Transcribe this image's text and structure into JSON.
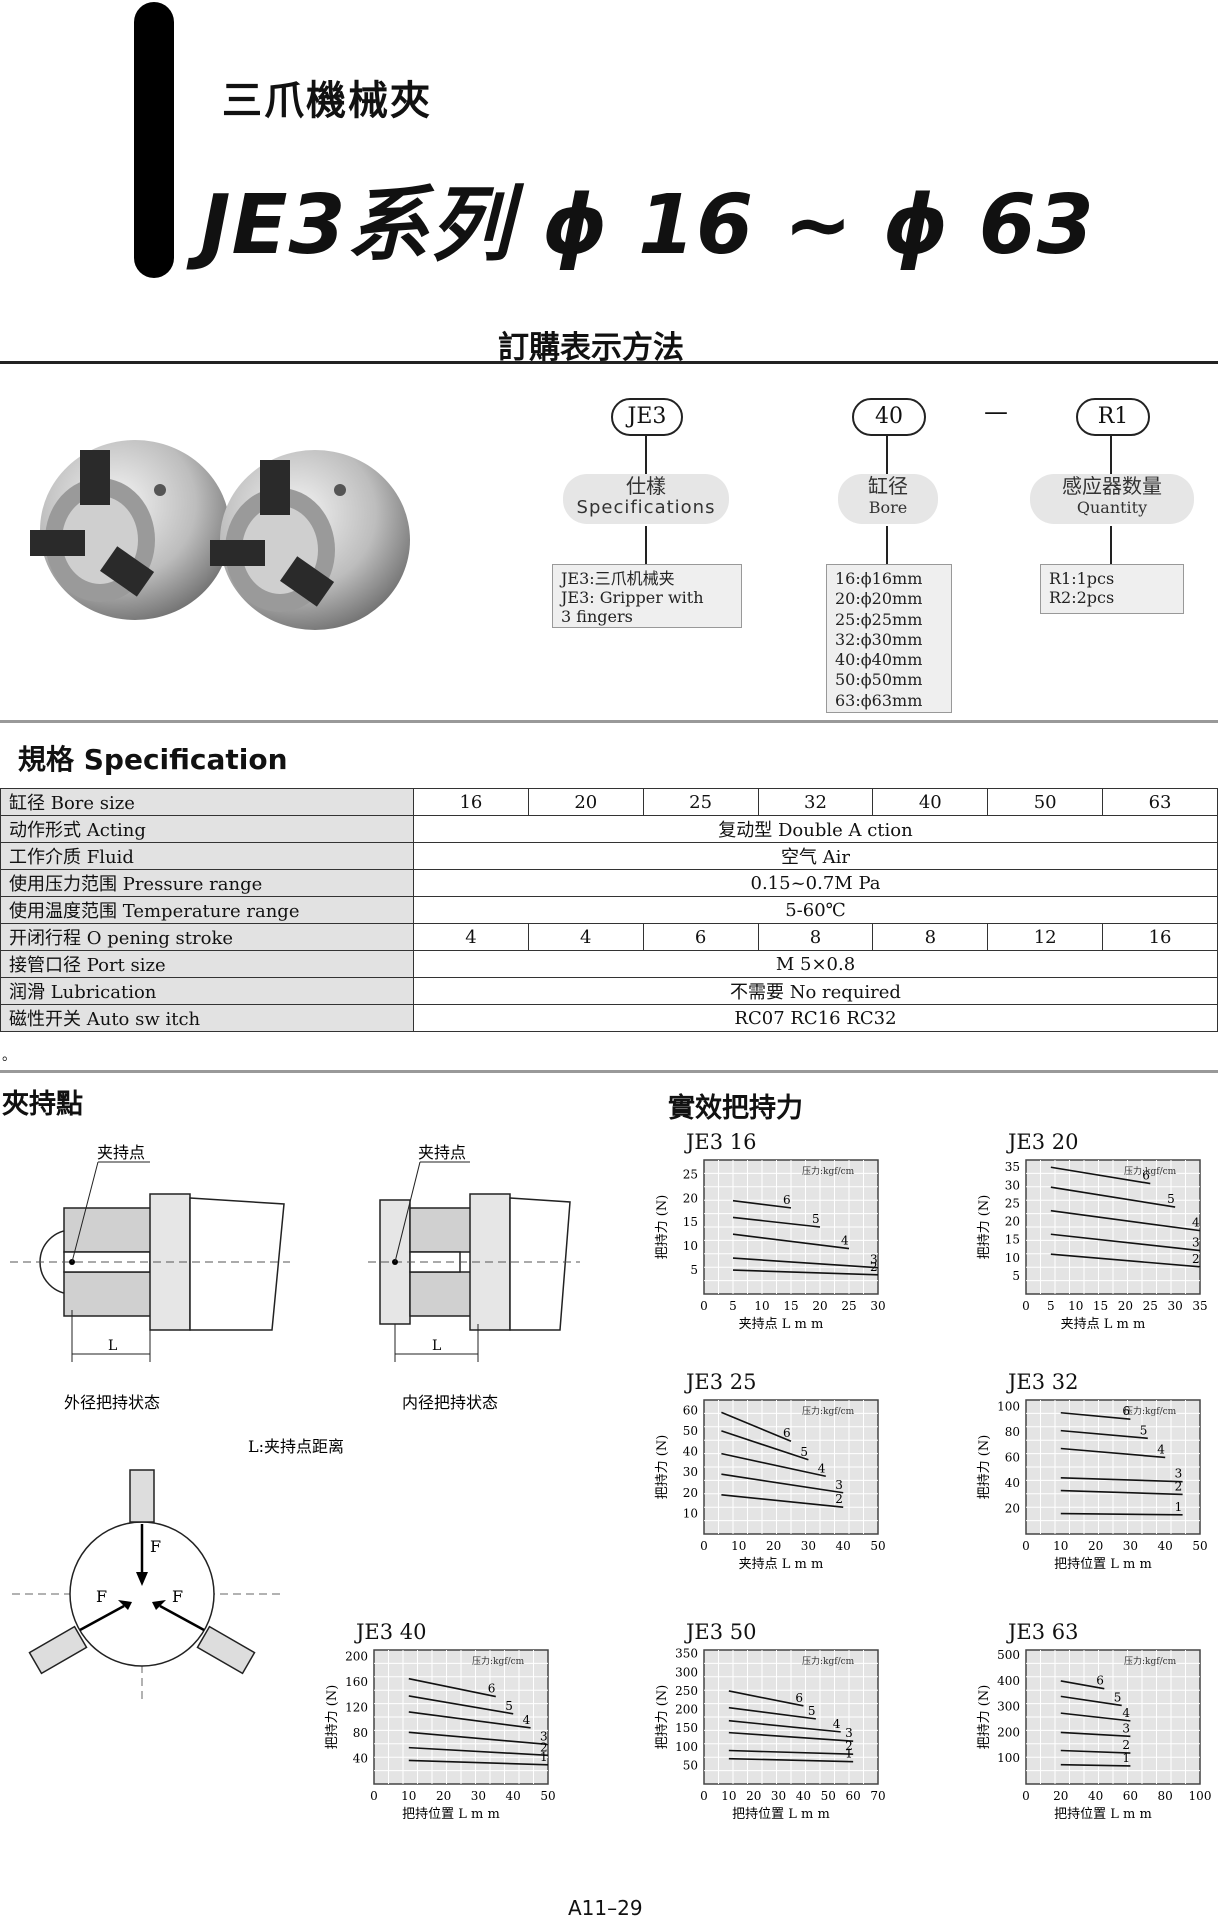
{
  "header": {
    "subtitle": "三爪機械夾",
    "title": "JE3系列 ϕ 16 ~ ϕ 63"
  },
  "ordering": {
    "heading": "訂購表示方法",
    "code_parts": [
      "JE3",
      "40",
      "R1"
    ],
    "dash": "—",
    "fields": [
      {
        "cn": "仕樣",
        "en": "Specifications"
      },
      {
        "cn": "缸径",
        "en": "Bore"
      },
      {
        "cn": "感应器数量",
        "en": "Quantity"
      }
    ],
    "box1": "JE3:三爪机械夹\nJE3: Gripper with\n3 fingers",
    "box2": "16:ϕ16mm\n20:ϕ20mm\n25:ϕ25mm\n32:ϕ30mm\n40:ϕ40mm\n50:ϕ50mm\n63:ϕ63mm",
    "box3": "R1:1pcs\nR2:2pcs"
  },
  "spec": {
    "heading": "規格 Specification",
    "rows": [
      {
        "label": "缸径 Bore size",
        "values": [
          "16",
          "20",
          "25",
          "32",
          "40",
          "50",
          "63"
        ]
      },
      {
        "label": "动作形式 Acting",
        "span": "复动型 Double A   ction"
      },
      {
        "label": "工作介质 Fluid",
        "span": "空气 Air"
      },
      {
        "label": "使用压力范围 Pressure range",
        "span": "0.15~0.7M  Pa"
      },
      {
        "label": "使用温度范围 Temperature range",
        "span": "5-60℃"
      },
      {
        "label": "开闭行程 O pening stroke",
        "values": [
          "4",
          "4",
          "6",
          "8",
          "8",
          "12",
          "16"
        ]
      },
      {
        "label": "接管口径 Port size",
        "span": "M 5×0.8"
      },
      {
        "label": "润滑 Lubrication",
        "span": "不需要 No required"
      },
      {
        "label": "磁性开关 Auto sw   itch",
        "span": "RC07 RC16 RC32"
      }
    ],
    "footnote": "。"
  },
  "grip_point": {
    "heading": "夾持點",
    "label_clamp": "夹持点",
    "label_L": "L",
    "outer": "外径把持状态",
    "inner": "内径把持状态",
    "l_def": "L:夹持点距离",
    "force_label": "F"
  },
  "effective": {
    "heading": "實效把持力",
    "pressure_unit": "压力:kgf/cm"
  },
  "chart_data": [
    {
      "type": "line",
      "title": "JE3 16",
      "xlabel": "夹持点 L m m",
      "ylabel": "把持力 (N)",
      "x": [
        0,
        5,
        10,
        15,
        20,
        25,
        30
      ],
      "yticks": [
        5,
        10,
        15,
        20,
        25
      ],
      "xlim": [
        0,
        30
      ],
      "ylim": [
        0,
        28
      ],
      "series": [
        {
          "name": "6",
          "points": [
            [
              5,
              19.5
            ],
            [
              15,
              18
            ]
          ]
        },
        {
          "name": "5",
          "points": [
            [
              5,
              16
            ],
            [
              20,
              14
            ]
          ]
        },
        {
          "name": "4",
          "points": [
            [
              5,
              12.5
            ],
            [
              25,
              9.5
            ]
          ]
        },
        {
          "name": "3",
          "points": [
            [
              5,
              7.5
            ],
            [
              30,
              5.5
            ]
          ]
        },
        {
          "name": "2",
          "points": [
            [
              5,
              5
            ],
            [
              30,
              4
            ]
          ]
        }
      ]
    },
    {
      "type": "line",
      "title": "JE3 20",
      "xlabel": "夹持点 L m m",
      "ylabel": "把持力 (N)",
      "x": [
        0,
        5,
        10,
        15,
        20,
        25,
        30,
        35
      ],
      "yticks": [
        5,
        10,
        15,
        20,
        25,
        30,
        35
      ],
      "xlim": [
        0,
        35
      ],
      "ylim": [
        0,
        37
      ],
      "series": [
        {
          "name": "6",
          "points": [
            [
              5,
              35
            ],
            [
              25,
              30.5
            ]
          ]
        },
        {
          "name": "5",
          "points": [
            [
              5,
              29.5
            ],
            [
              30,
              24
            ]
          ]
        },
        {
          "name": "4",
          "points": [
            [
              5,
              23
            ],
            [
              35,
              17.5
            ]
          ]
        },
        {
          "name": "3",
          "points": [
            [
              5,
              16.5
            ],
            [
              35,
              12
            ]
          ]
        },
        {
          "name": "2",
          "points": [
            [
              5,
              11
            ],
            [
              35,
              7.5
            ]
          ]
        }
      ]
    },
    {
      "type": "line",
      "title": "JE3 25",
      "xlabel": "夹持点 L m m",
      "ylabel": "把持力 (N)",
      "x": [
        0,
        10,
        20,
        30,
        40,
        50
      ],
      "yticks": [
        10,
        20,
        30,
        40,
        50,
        60
      ],
      "xlim": [
        0,
        50
      ],
      "ylim": [
        0,
        65
      ],
      "series": [
        {
          "name": "6",
          "points": [
            [
              5,
              59
            ],
            [
              25,
              45
            ]
          ]
        },
        {
          "name": "5",
          "points": [
            [
              5,
              50
            ],
            [
              30,
              36
            ]
          ]
        },
        {
          "name": "4",
          "points": [
            [
              5,
              39
            ],
            [
              35,
              28
            ]
          ]
        },
        {
          "name": "3",
          "points": [
            [
              5,
              29
            ],
            [
              40,
              20
            ]
          ]
        },
        {
          "name": "2",
          "points": [
            [
              5,
              19
            ],
            [
              40,
              13
            ]
          ]
        }
      ]
    },
    {
      "type": "line",
      "title": "JE3 32",
      "xlabel": "把持位置 L m m",
      "ylabel": "把持力 (N)",
      "x": [
        0,
        10,
        20,
        30,
        40,
        50
      ],
      "yticks": [
        20,
        40,
        60,
        80,
        100
      ],
      "xlim": [
        0,
        50
      ],
      "ylim": [
        0,
        105
      ],
      "series": [
        {
          "name": "6",
          "points": [
            [
              10,
              95
            ],
            [
              30,
              90
            ]
          ]
        },
        {
          "name": "5",
          "points": [
            [
              10,
              81
            ],
            [
              35,
              75
            ]
          ]
        },
        {
          "name": "4",
          "points": [
            [
              10,
              67
            ],
            [
              40,
              60
            ]
          ]
        },
        {
          "name": "3",
          "points": [
            [
              10,
              44
            ],
            [
              45,
              41
            ]
          ]
        },
        {
          "name": "2",
          "points": [
            [
              10,
              34
            ],
            [
              45,
              31
            ]
          ]
        },
        {
          "name": "1",
          "points": [
            [
              10,
              16
            ],
            [
              45,
              15
            ]
          ]
        }
      ]
    },
    {
      "type": "line",
      "title": "JE3 40",
      "xlabel": "把持位置 L m m",
      "ylabel": "把持力 (N)",
      "x": [
        0,
        10,
        20,
        30,
        40,
        50
      ],
      "yticks": [
        40,
        80,
        120,
        160,
        200
      ],
      "xlim": [
        0,
        50
      ],
      "ylim": [
        0,
        210
      ],
      "series": [
        {
          "name": "6",
          "points": [
            [
              10,
              165
            ],
            [
              35,
              137
            ]
          ]
        },
        {
          "name": "5",
          "points": [
            [
              10,
              138
            ],
            [
              40,
              110
            ]
          ]
        },
        {
          "name": "4",
          "points": [
            [
              10,
              113
            ],
            [
              45,
              88
            ]
          ]
        },
        {
          "name": "3",
          "points": [
            [
              10,
              81
            ],
            [
              50,
              62
            ]
          ]
        },
        {
          "name": "2",
          "points": [
            [
              10,
              57
            ],
            [
              50,
              45
            ]
          ]
        },
        {
          "name": "1",
          "points": [
            [
              10,
              37
            ],
            [
              50,
              30
            ]
          ]
        }
      ]
    },
    {
      "type": "line",
      "title": "JE3 50",
      "xlabel": "把持位置 L m m",
      "ylabel": "把持力 (N)",
      "x": [
        0,
        10,
        20,
        30,
        40,
        50,
        60,
        70
      ],
      "yticks": [
        50,
        100,
        150,
        200,
        250,
        300,
        350
      ],
      "xlim": [
        0,
        70
      ],
      "ylim": [
        0,
        360
      ],
      "series": [
        {
          "name": "6",
          "points": [
            [
              10,
              250
            ],
            [
              40,
              210
            ]
          ]
        },
        {
          "name": "5",
          "points": [
            [
              10,
              205
            ],
            [
              45,
              175
            ]
          ]
        },
        {
          "name": "4",
          "points": [
            [
              10,
              170
            ],
            [
              55,
              140
            ]
          ]
        },
        {
          "name": "3",
          "points": [
            [
              10,
              138
            ],
            [
              60,
              115
            ]
          ]
        },
        {
          "name": "2",
          "points": [
            [
              10,
              90
            ],
            [
              60,
              80
            ]
          ]
        },
        {
          "name": "1",
          "points": [
            [
              10,
              68
            ],
            [
              60,
              60
            ]
          ]
        }
      ]
    },
    {
      "type": "line",
      "title": "JE3 63",
      "xlabel": "把持位置 L m m",
      "ylabel": "把持力 (N)",
      "x": [
        0,
        20,
        40,
        60,
        80,
        100
      ],
      "yticks": [
        100,
        200,
        300,
        400,
        500
      ],
      "xlim": [
        0,
        100
      ],
      "ylim": [
        0,
        520
      ],
      "series": [
        {
          "name": "6",
          "points": [
            [
              20,
              400
            ],
            [
              45,
              370
            ]
          ]
        },
        {
          "name": "5",
          "points": [
            [
              20,
              340
            ],
            [
              55,
              305
            ]
          ]
        },
        {
          "name": "4",
          "points": [
            [
              20,
              275
            ],
            [
              60,
              245
            ]
          ]
        },
        {
          "name": "3",
          "points": [
            [
              20,
              200
            ],
            [
              60,
              185
            ]
          ]
        },
        {
          "name": "2",
          "points": [
            [
              20,
              130
            ],
            [
              60,
              120
            ]
          ]
        },
        {
          "name": "1",
          "points": [
            [
              20,
              75
            ],
            [
              60,
              70
            ]
          ]
        }
      ]
    }
  ],
  "footer": {
    "page": "A11–29"
  }
}
